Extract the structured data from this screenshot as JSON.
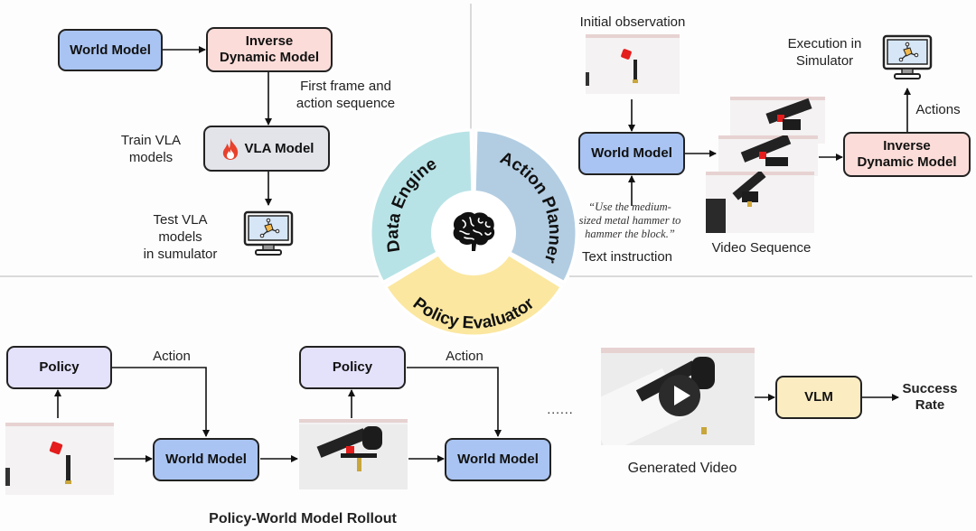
{
  "top_left": {
    "world_model": "World Model",
    "inverse_dynamic_model_line1": "Inverse",
    "inverse_dynamic_model_line2": "Dynamic Model",
    "first_frame_line1": "First frame and",
    "first_frame_line2": "action sequence",
    "vla_model": "VLA Model",
    "train_vla_line1": "Train VLA",
    "train_vla_line2": "models",
    "test_vla_line1": "Test VLA",
    "test_vla_line2": "models",
    "test_vla_line3": "in sumulator"
  },
  "center": {
    "segments": [
      {
        "label": "Data Engine",
        "color": "#b8e3e6"
      },
      {
        "label": "Action Planner",
        "color": "#b2cde2"
      },
      {
        "label": "Policy Evaluator",
        "color": "#fbe7a0"
      }
    ],
    "hub_icon": "brain-icon"
  },
  "top_right": {
    "initial_observation": "Initial observation",
    "world_model": "World Model",
    "quote_line1": "“Use the medium-",
    "quote_line2": "sized metal hammer to",
    "quote_line3": "hammer the block.”",
    "text_instruction": "Text instruction",
    "video_sequence": "Video Sequence",
    "inverse_dynamic_model_line1": "Inverse",
    "inverse_dynamic_model_line2": "Dynamic Model",
    "actions": "Actions",
    "execution_line1": "Execution in",
    "execution_line2": "Simulator"
  },
  "bottom": {
    "policy_1": "Policy",
    "policy_2": "Policy",
    "action_1": "Action",
    "action_2": "Action",
    "world_model_1": "World Model",
    "world_model_2": "World Model",
    "ellipsis": "......",
    "generated_video": "Generated Video",
    "vlm": "VLM",
    "success_line1": "Success",
    "success_line2": "Rate",
    "caption": "Policy-World Model Rollout"
  },
  "colors": {
    "world_model": "#a9c4f2",
    "inverse_dynamic_model": "#fbdcd8",
    "vla_model": "#e2e4ea",
    "policy": "#e4e1fb",
    "vlm": "#fbecc2",
    "fire": "#e8412c"
  }
}
